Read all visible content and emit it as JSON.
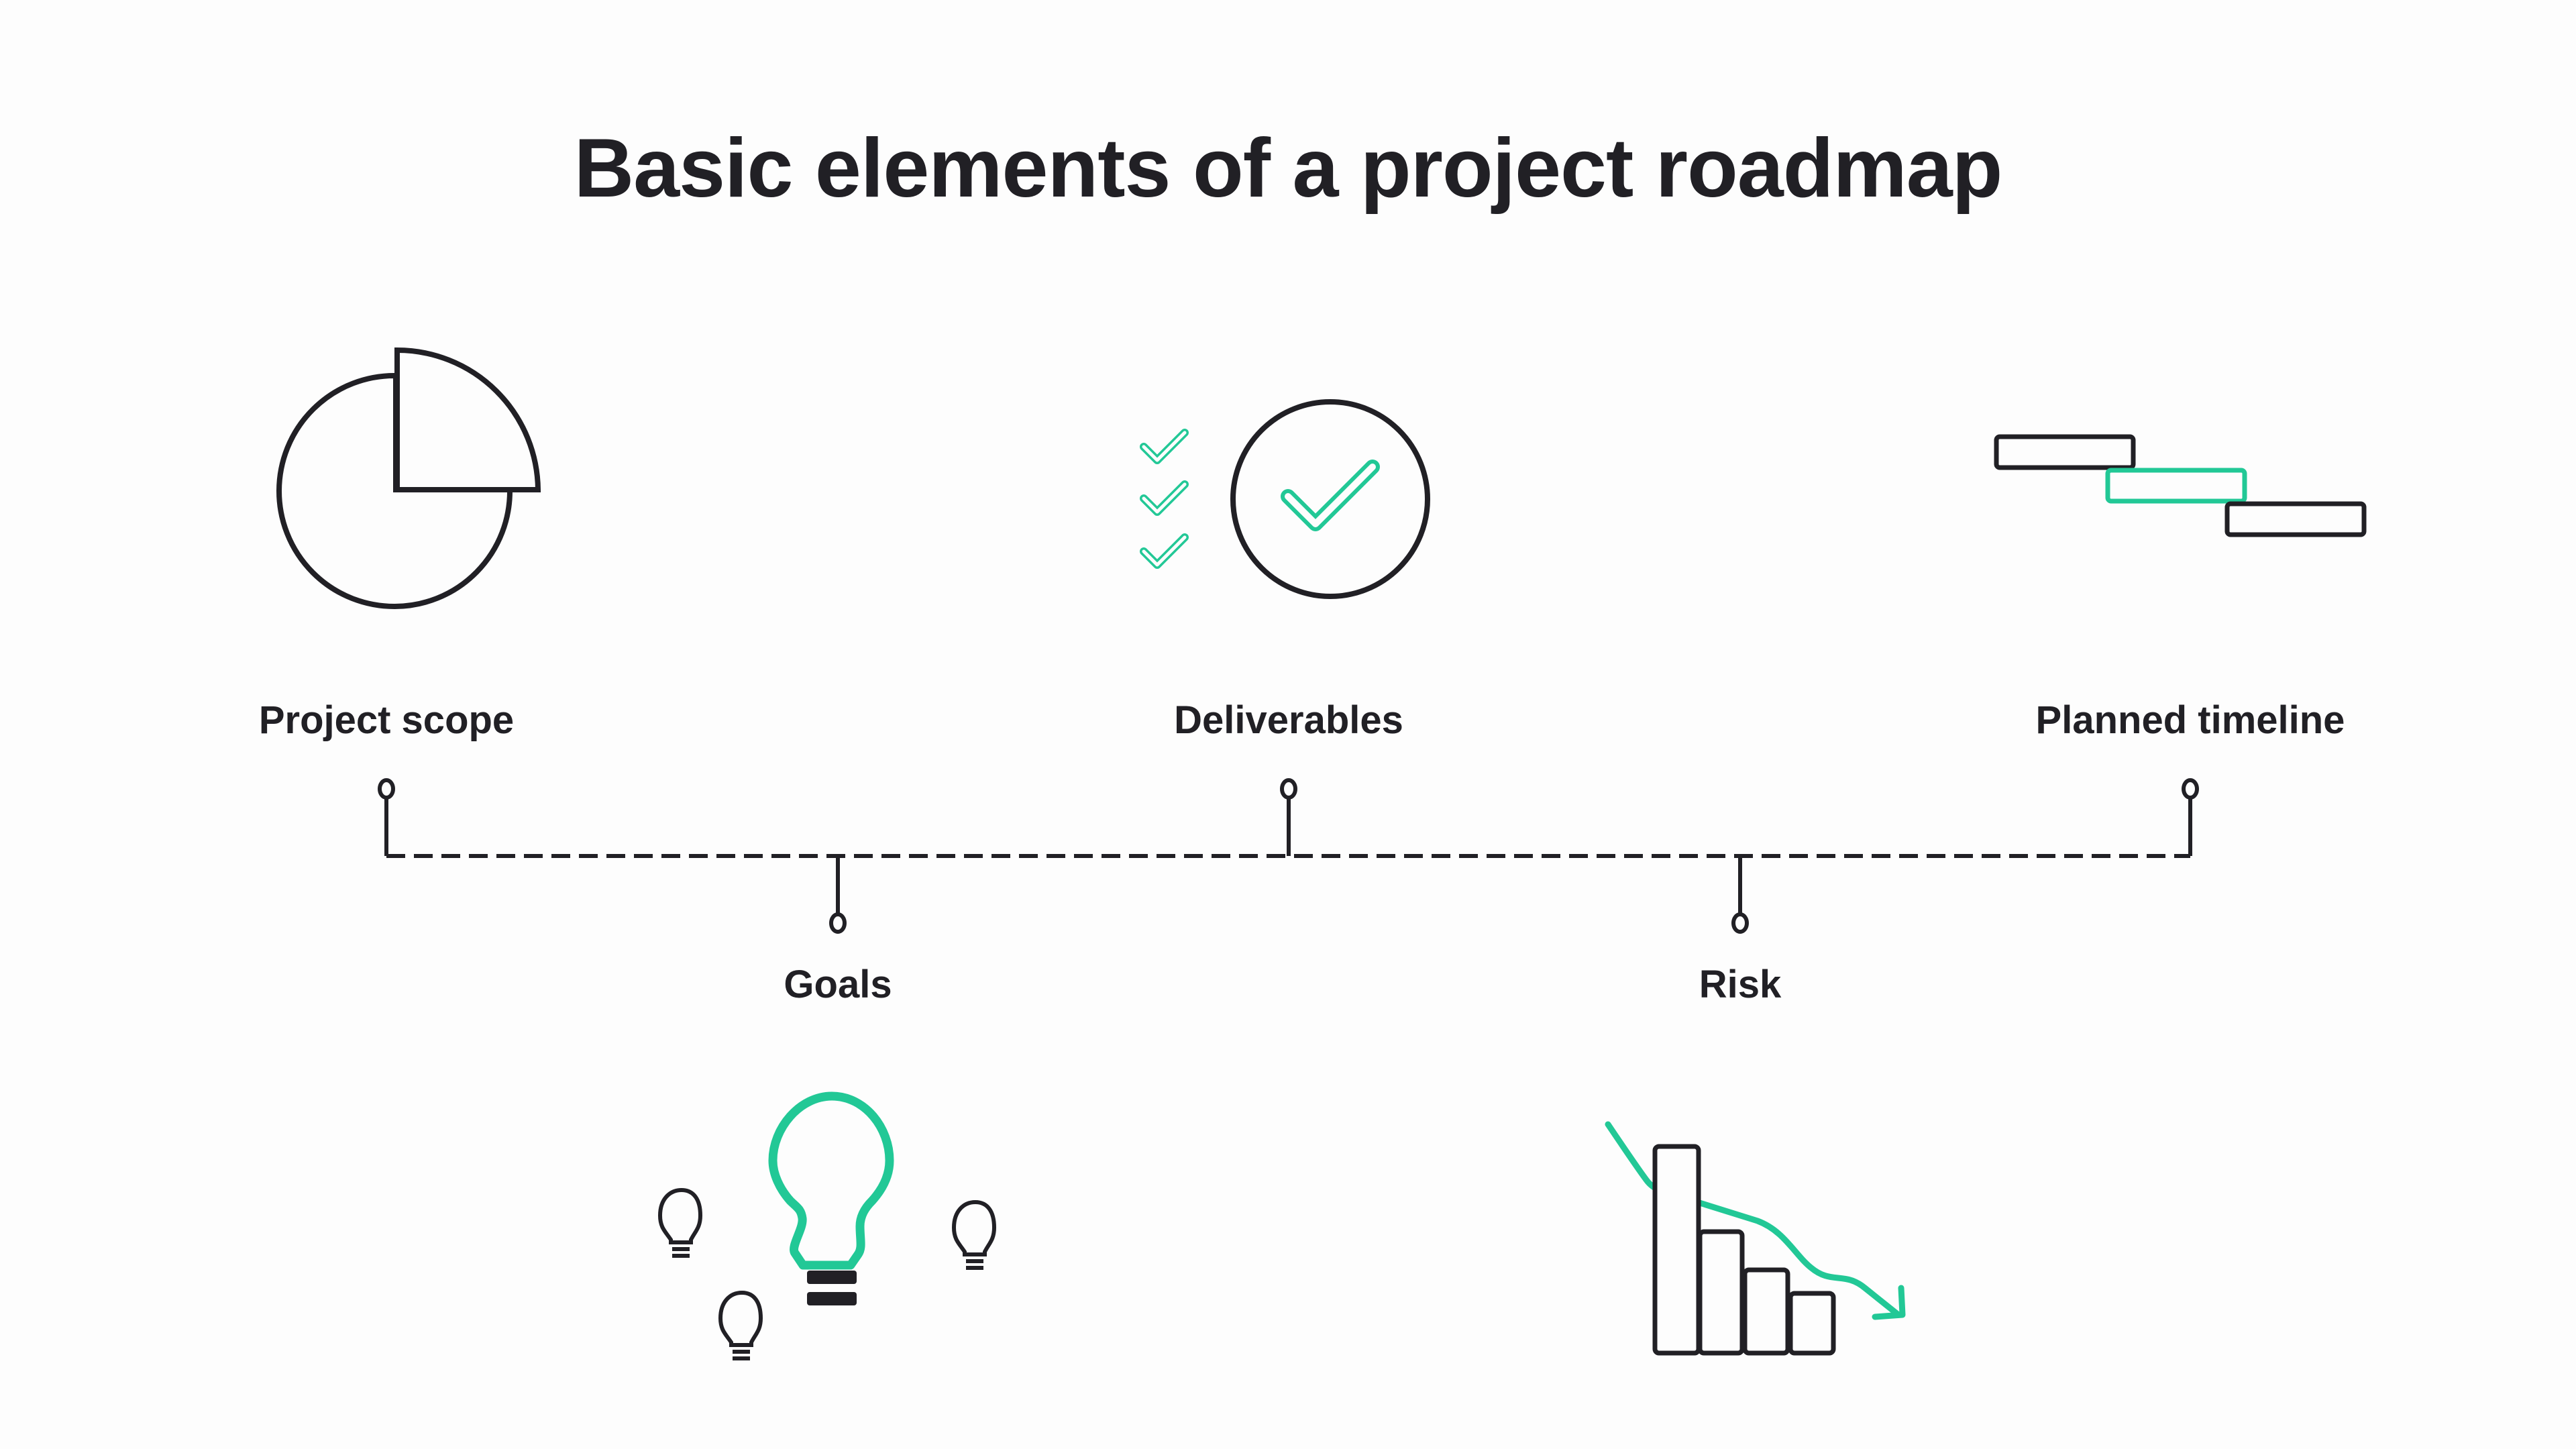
{
  "title": "Basic elements of a project roadmap",
  "colors": {
    "dark": "#212025",
    "accent": "#22C896",
    "background": "#FDFDFD"
  },
  "elements": [
    {
      "label": "Project scope",
      "icon": "pie-chart-icon",
      "position": "top"
    },
    {
      "label": "Goals",
      "icon": "lightbulb-icon",
      "position": "bottom"
    },
    {
      "label": "Deliverables",
      "icon": "checkmark-circle-icon",
      "position": "top"
    },
    {
      "label": "Risk",
      "icon": "declining-bar-chart-icon",
      "position": "bottom"
    },
    {
      "label": "Planned timeline",
      "icon": "gantt-bars-icon",
      "position": "top"
    }
  ]
}
